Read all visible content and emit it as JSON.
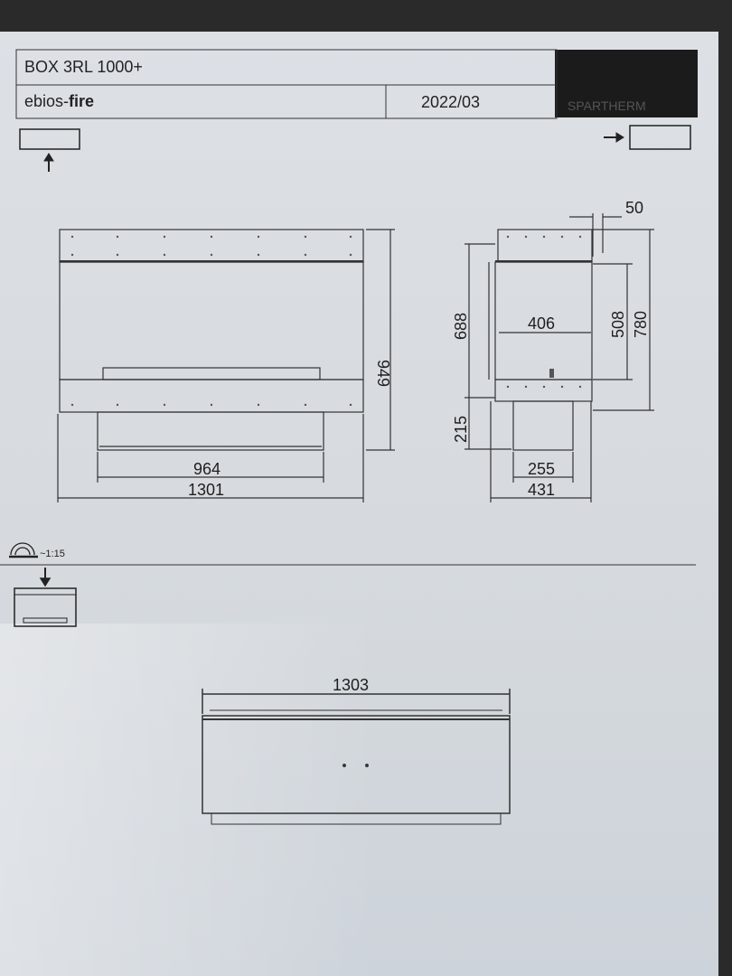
{
  "header": {
    "model": "BOX 3RL 1000+",
    "product_line_prefix": "ebios-",
    "product_line_suffix": "fire",
    "date": "2022/03",
    "brand_logo_redacted": "SPARTHERM"
  },
  "scale_label": "~1:15",
  "front_view": {
    "width_inner": "964",
    "width_total": "1301",
    "height_total": "949"
  },
  "side_view": {
    "top_offset": "50",
    "inner_depth": "406",
    "opening_height": "688",
    "height_a": "508",
    "height_b": "780",
    "base_height": "215",
    "base_depth": "255",
    "total_depth": "431"
  },
  "top_view": {
    "width_total": "1303"
  },
  "icons": [
    "front-view-indicator-icon",
    "side-view-indicator-icon",
    "top-view-indicator-icon",
    "fireplace-symbol-icon"
  ]
}
